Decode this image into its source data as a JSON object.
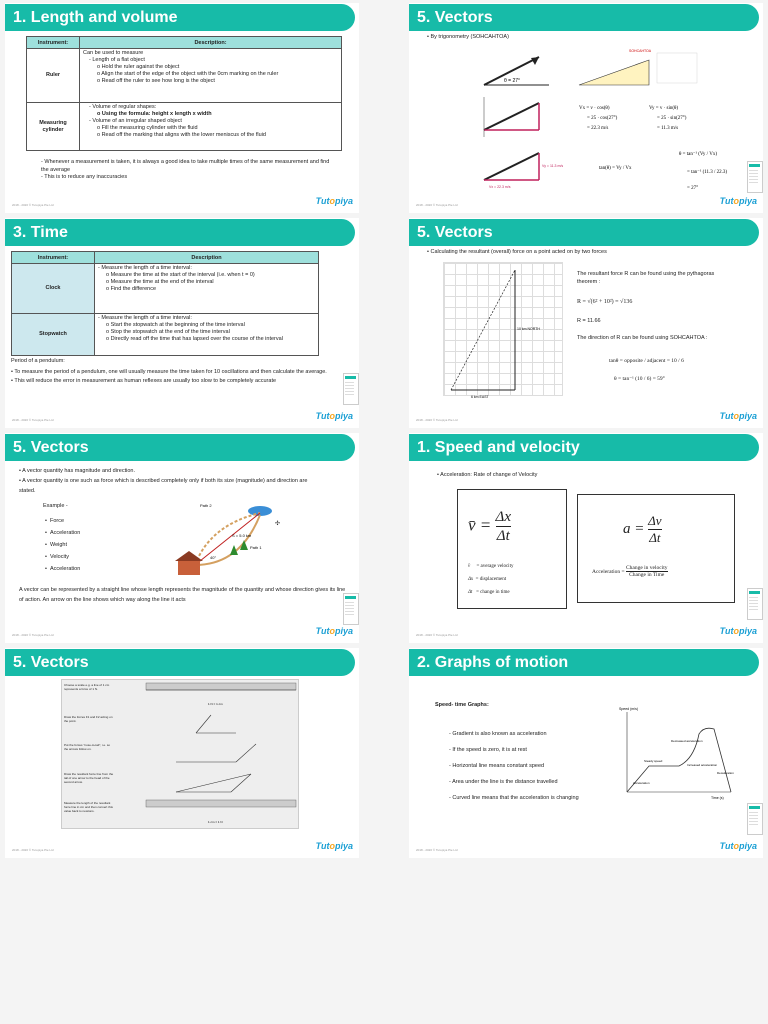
{
  "footer": {
    "copyright": "2018 - 2020 © Tutopiya Pte Ltd",
    "logo_main": "Tut",
    "logo_accent": "o",
    "logo_rest": "piya"
  },
  "s1": {
    "title": "1. Length and volume",
    "headers": [
      "Instrument:",
      "Description:"
    ],
    "ruler_label": "Ruler",
    "ruler_lines": [
      "Can be used to measure",
      "- Length of a flat object",
      "o Hold the ruler against the object",
      "o Align the start of the edge of the object with the 0cm marking on the ruler",
      "o Read off the ruler to see how long is the object"
    ],
    "cyl_label": "Measuring cylinder",
    "cyl_lines": [
      "- Volume of regular shapes:",
      "o Using the formula: height x length x width",
      "- Volume of an irregular shaped object",
      "o Fill the measuring cylinder with the fluid",
      "o Read off the marking that aligns with the lower meniscus of the fluid"
    ],
    "notes": [
      "Whenever a measurement is taken, it is always a good idea to take multiple times of the same measurement and find the average",
      "This is to reduce any inaccuracies"
    ]
  },
  "s2": {
    "title": "5. Vectors",
    "bullet": "By trigonometry (SOHCAHTOA)",
    "angle": "θ = 27°",
    "eq1": "Vx = v · cos(θ)",
    "eq2": "Vy = v · sin(θ)",
    "eq3": "= 25 · cos(27°)",
    "eq4": "= 25 · sin(27°)",
    "eq5": "= 22.3 m/s",
    "eq6": "= 11.3 m/s",
    "eq7": "tan(θ) = Vy / Vx",
    "eq8": "θ = tan⁻¹ (Vy / Vx)",
    "eq9": "= tan⁻¹ (11.3 / 22.3)",
    "eq10": "= 27°",
    "label_vx": "Vx = 22.3 m/s",
    "label_vy": "Vy = 11.3 m/s",
    "sohcahtoa": "SOHCAHTOA"
  },
  "s3": {
    "title": "3. Time",
    "headers": [
      "Instrument:",
      "Description"
    ],
    "clock_label": "Clock",
    "clock_lines": [
      "- Measure the length of a time interval:",
      "o Measure the time at the start of the interval (i.e. when t = 0)",
      "o Measure the time at the end of the interval",
      "o Find the difference"
    ],
    "stop_label": "Stopwatch",
    "stop_lines": [
      "- Measure the length of a time interval:",
      "o Start the stopwatch at the beginning of the time interval",
      "o Stop the stopwatch at the end of the time interval",
      "o Directly read off the time that has lapsed over the course of the interval"
    ],
    "pendulum_head": "Period of a pendulum:",
    "pendulum_bullets": [
      "To measure the period of a pendulum, one will usually measure the time taken for 10 oscillations and then calculate the average.",
      "This will reduce the error in measurement as human reflexes are usually too slow to be completely accurate"
    ]
  },
  "s4": {
    "title": "5. Vectors",
    "bullet": "Calculating the resultant (overall) force on a point acted on by two forces",
    "p1": "The resultant force R can be found using the pythagoras theorem :",
    "eq1": "R = √(6² + 10²) = √136",
    "eq2": "R = 11.66",
    "p2": "The direction of R can be found using SOHCAHTOA :",
    "eq3": "tanθ = opposite / adjacent = 10 / 6",
    "eq4": "θ = tan⁻¹ (10 / 6) = 59°",
    "north": "10 km NORTH",
    "east": "6 km EAST"
  },
  "s5": {
    "title": "5. Vectors",
    "bullets": [
      "A vector quantity has magnitude and direction.",
      "A vector quantity is one such as force which is described completely only if both its size (magnitude) and direction are stated."
    ],
    "example_head": "Example -",
    "examples": [
      "Force",
      "Acceleration",
      "Weight",
      "Velocity",
      "Acceleration"
    ],
    "path1": "Path 1",
    "path2": "Path 2",
    "dist": "S = 5.0 km",
    "angle": "40°",
    "para": "A vector can be represented by a straight line whose length represents the magnitude of the quantity and whose direction gives its line of action. An arrow on the line shows which way along the line it acts"
  },
  "s6": {
    "title": "1. Speed and velocity",
    "bullet": "Acceleration: Rate of change of Velocity",
    "legend": [
      "= average velocity",
      "= displacement",
      "= change in time"
    ],
    "accel_label": "Acceleration =",
    "change_v": "Change in velocity",
    "change_t": "Change in Time"
  },
  "s7": {
    "title": "5. Vectors",
    "steps": [
      "Choose a scale e.g. a line of 1 cm represents a force of 1 N.",
      "Draw the forces F1 and F2 acting on the point.",
      "Put the forces \"nose-to-tail\", i.e. so the arrows follow on.",
      "Draw the resultant force line from the tail of one arrow to the head of the second arrow.",
      "Measure the length of the resultant force line in cm and then convert this value back to newtons."
    ],
    "scale1": "1 N = 1 cm",
    "scale2": "1 cm = 1 N"
  },
  "s8": {
    "title": "2. Graphs of motion",
    "heading": "Speed- time Graphs:",
    "points": [
      "Gradient is also known as acceleration",
      "If the speed is zero, it is at rest",
      "Horizontal line means constant speed",
      "Area under the line is the distance travelled",
      "Curved line means that the acceleration is changing"
    ],
    "y_axis": "Speed (m/s)",
    "x_axis": "Time (s)",
    "labels": [
      "Decreased acceleration",
      "Steady speed",
      "Increased acceleration",
      "Deceleration",
      "Acceleration"
    ]
  }
}
